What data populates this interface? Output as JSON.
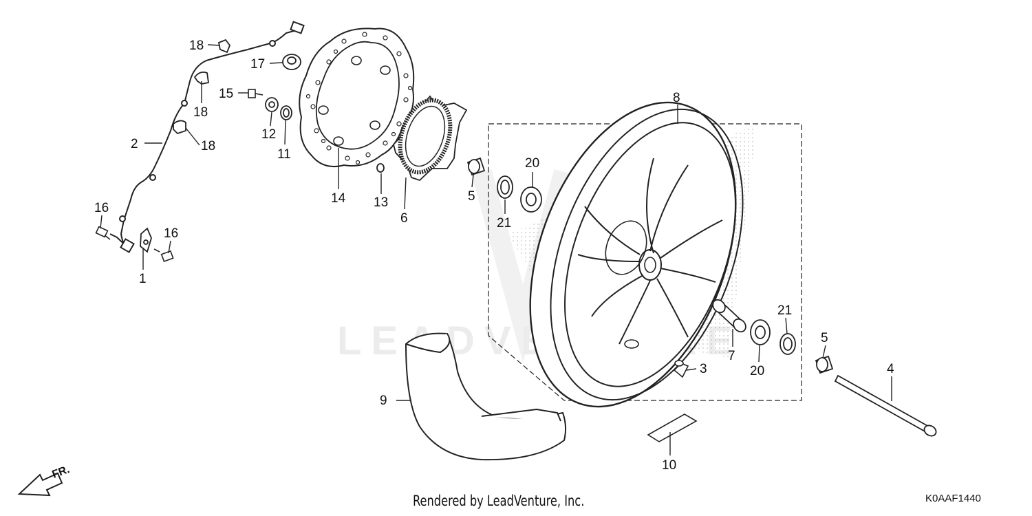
{
  "diagram": {
    "parts": {
      "p1": "1",
      "p2": "2",
      "p3": "3",
      "p4": "4",
      "p5a": "5",
      "p5b": "5",
      "p6": "6",
      "p7": "7",
      "p8": "8",
      "p9": "9",
      "p10": "10",
      "p11": "11",
      "p12": "12",
      "p13": "13",
      "p14": "14",
      "p15": "15",
      "p16a": "16",
      "p16b": "16",
      "p17": "17",
      "p18a": "18",
      "p18b": "18",
      "p18c": "18",
      "p20a": "20",
      "p20b": "20",
      "p21a": "21",
      "p21b": "21"
    },
    "direction_label": "FR.",
    "watermark": "LEADVENTURE"
  },
  "footer": {
    "credit": "Rendered by LeadVenture, Inc.",
    "diagram_code": "K0AAF1440"
  }
}
